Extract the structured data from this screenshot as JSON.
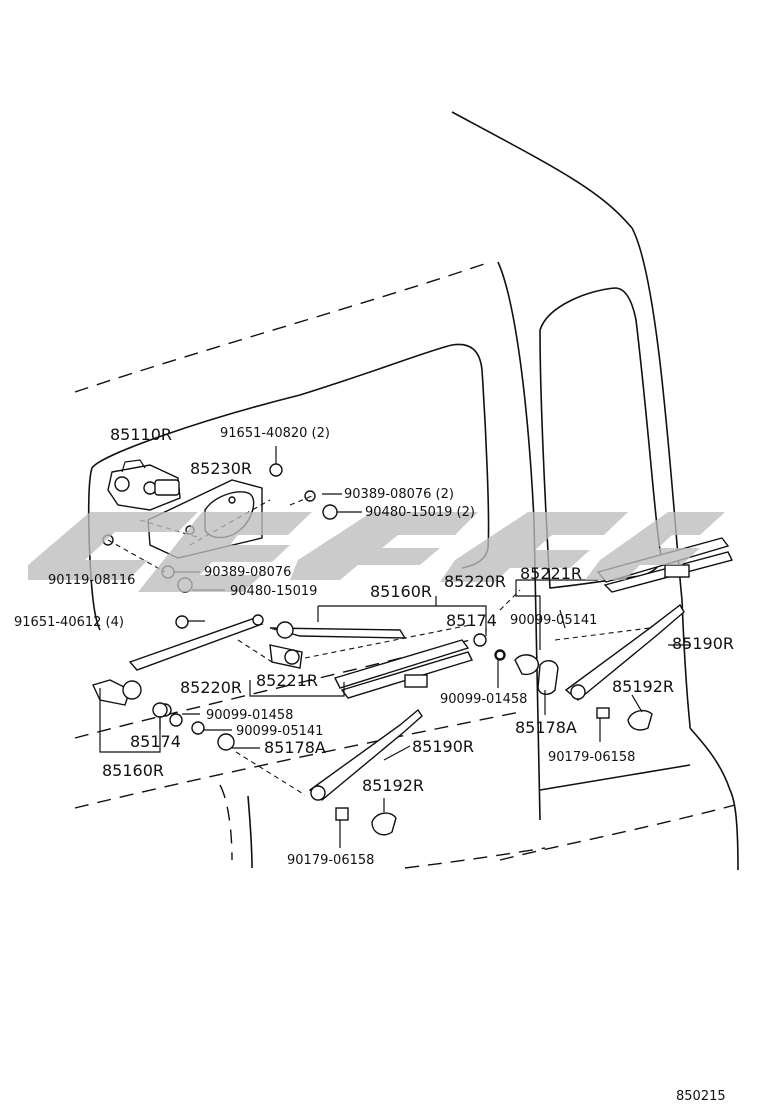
{
  "diagram_code": "850215",
  "parts": {
    "motor": "85110R",
    "bracket": "85230R",
    "bolt_top": "91651-40820 (2)",
    "grommet_pair": "90389-08076 (2)",
    "cushion_pair": "90480-15019 (2)",
    "screw": "90119-08116",
    "grommet": "90389-08076",
    "cushion": "90480-15019",
    "bolt_pivot": "91651-40612 (4)",
    "link_upper": "85160R",
    "link_lower": "85160R",
    "blade_upper": "85220R",
    "blade_lower": "85220R",
    "rubber_upper": "85221R",
    "rubber_lower": "85221R",
    "washer_upper": "85174",
    "washer_lower": "85174",
    "nut_upper": "90099-05141",
    "nut_lower": "90099-05141",
    "ring_upper": "90099-01458",
    "ring_lower": "90099-01458",
    "cap_upper": "85178A",
    "cap_lower": "85178A",
    "arm_upper": "85190R",
    "arm_lower": "85190R",
    "cover_upper": "85192R",
    "cover_lower": "85192R",
    "arm_nut_upper": "90179-06158",
    "arm_nut_lower": "90179-06158"
  }
}
